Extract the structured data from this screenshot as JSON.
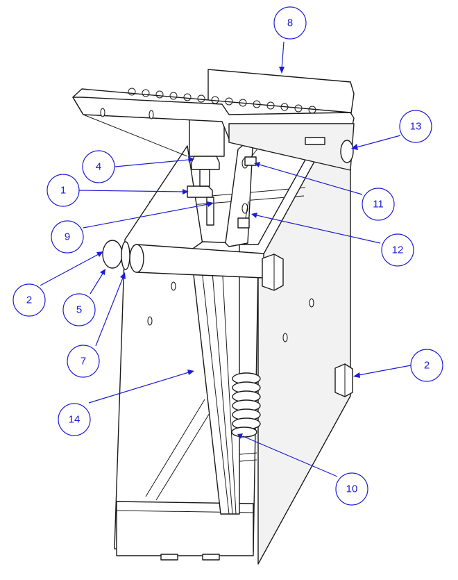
{
  "callouts": [
    {
      "label": "8"
    },
    {
      "label": "13"
    },
    {
      "label": "4"
    },
    {
      "label": "11"
    },
    {
      "label": "1"
    },
    {
      "label": "9"
    },
    {
      "label": "12"
    },
    {
      "label": "2"
    },
    {
      "label": "5"
    },
    {
      "label": "7"
    },
    {
      "label": "2"
    },
    {
      "label": "14"
    },
    {
      "label": "10"
    }
  ],
  "colors": {
    "callout": "#1c1cd6",
    "line": "#1a1a1a"
  }
}
